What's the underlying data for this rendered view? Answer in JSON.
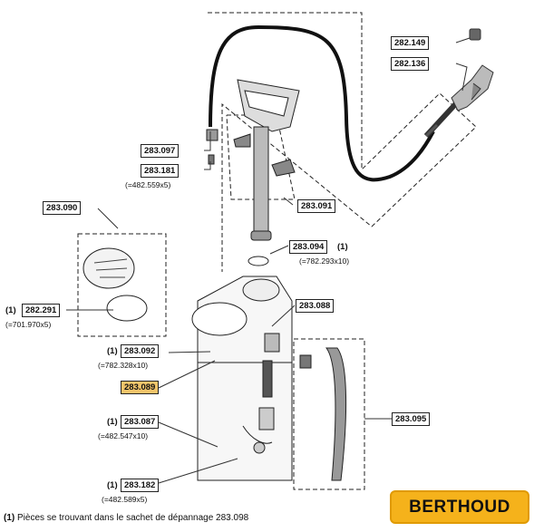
{
  "parts": [
    {
      "id": "p282149",
      "ref": "282.149"
    },
    {
      "id": "p282136",
      "ref": "282.136"
    },
    {
      "id": "p283097",
      "ref": "283.097"
    },
    {
      "id": "p283181",
      "ref": "283.181",
      "note": "(=482.559x5)"
    },
    {
      "id": "p283090",
      "ref": "283.090"
    },
    {
      "id": "p283091",
      "ref": "283.091"
    },
    {
      "id": "p283094",
      "ref": "283.094",
      "prefix": "(1)",
      "note": "(=782.293x10)"
    },
    {
      "id": "p282291",
      "ref": "282.291",
      "prefix": "(1)",
      "note": "(=701.970x5)"
    },
    {
      "id": "p283088",
      "ref": "283.088"
    },
    {
      "id": "p283092",
      "ref": "283.092",
      "prefix": "(1)",
      "note": "(=782.328x10)"
    },
    {
      "id": "p283089",
      "ref": "283.089",
      "highlight": true
    },
    {
      "id": "p283087",
      "ref": "283.087",
      "prefix": "(1)",
      "note": "(=482.547x10)"
    },
    {
      "id": "p283095",
      "ref": "283.095"
    },
    {
      "id": "p283182",
      "ref": "283.182",
      "prefix": "(1)",
      "note": "(=482.589x5)"
    }
  ],
  "footnote": {
    "marker": "(1)",
    "text": " Pièces se trouvant dans le sachet de dépannage 283.098"
  },
  "brand": {
    "name": "BERTHOUD",
    "color": "#f5b21b"
  }
}
